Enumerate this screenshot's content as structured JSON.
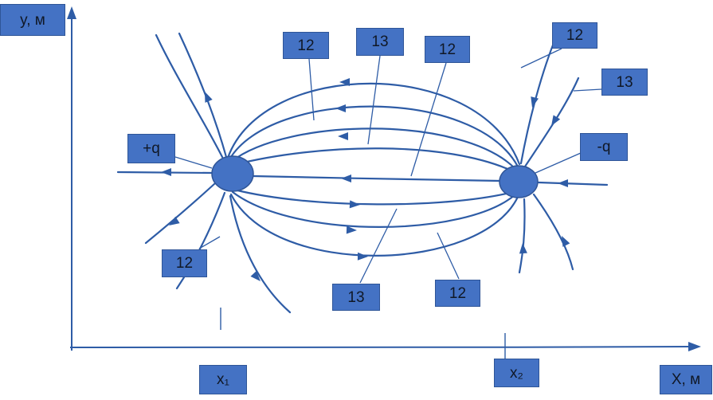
{
  "figure": "electric-dipole-field-lines",
  "colors": {
    "accent_fill": "#4472C4",
    "accent_stroke": "#2F5597",
    "line": "#2E5CA6",
    "label_text": "#101826"
  },
  "axes": {
    "y_label": "y, м",
    "x_label": "X, м",
    "x1_label": "x₁",
    "x2_label": "x₂"
  },
  "charges": {
    "positive_label": "+q",
    "negative_label": "-q"
  },
  "field_line_labels": {
    "top_left": "12",
    "top_center": "13",
    "top_mid": "12",
    "top_right": "12",
    "right": "13",
    "bottom_left": "12",
    "bottom_center": "13",
    "bottom_mid": "12"
  }
}
